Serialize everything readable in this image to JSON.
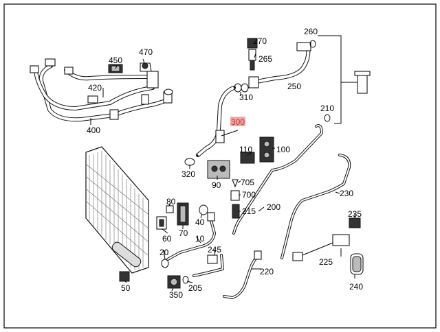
{
  "diagram": {
    "highlight_color": "#f4a6a6",
    "part_numbers": {
      "p10": "10",
      "p20": "20",
      "p40": "40",
      "p50": "50",
      "p60": "60",
      "p70": "70",
      "p80": "80",
      "p90": "90",
      "p100": "100",
      "p110": "110",
      "p200": "200",
      "p205": "205",
      "p210": "210",
      "p215": "215",
      "p220": "220",
      "p225": "225",
      "p230": "230",
      "p235": "235",
      "p240": "240",
      "p245": "245",
      "p250": "250",
      "p260": "260",
      "p265": "265",
      "p270": "270",
      "p300": "300",
      "p310": "310",
      "p320": "320",
      "p350": "350",
      "p400": "400",
      "p420": "420",
      "p450": "450",
      "p470": "470",
      "p700": "700",
      "p705": "705"
    }
  }
}
